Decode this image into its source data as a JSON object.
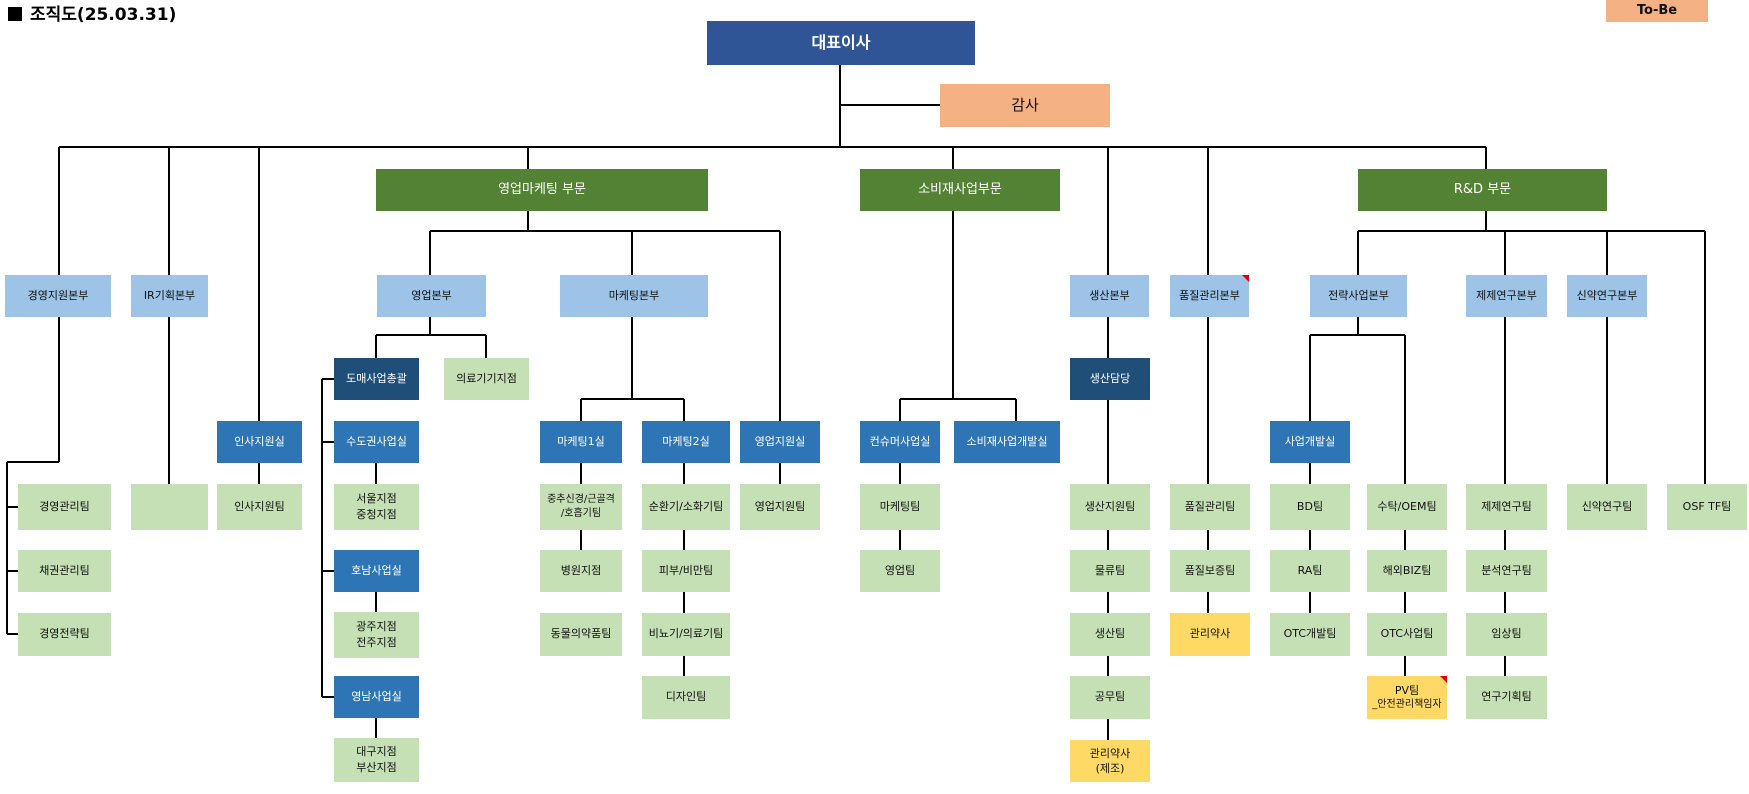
{
  "title": "조직도(25.03.31)",
  "tobe": "To-Be",
  "ceo": "대표이사",
  "audit": "감사",
  "divisions": {
    "sales_marketing": "영업마케팅 부문",
    "consumer": "소비재사업부문",
    "rnd": "R&D 부문"
  },
  "hq": {
    "management_support": "경영지원본부",
    "ir_planning": "IR기획본부",
    "sales": "영업본부",
    "marketing": "마케팅본부",
    "production": "생산본부",
    "quality": "품질관리본부",
    "strategy": "전략사업본부",
    "formulation": "제제연구본부",
    "new_drug": "신약연구본부"
  },
  "offices": {
    "hr": "인사지원실",
    "wholesale": "도매사업총괄",
    "metro": "수도권사업실",
    "honam": "호남사업실",
    "yeongnam": "영남사업실",
    "marketing1": "마케팅1실",
    "marketing2": "마케팅2실",
    "sales_support": "영업지원실",
    "consumer_biz": "컨슈머사업실",
    "consumer_dev": "소비재사업개발실",
    "production_head": "생산담당",
    "biz_dev": "사업개발실"
  },
  "teams": {
    "mgmt_admin": "경영관리팀",
    "bond_mgmt": "채권관리팀",
    "mgmt_strategy": "경영전략팀",
    "hr_support": "인사지원팀",
    "medical_device_branch": "의료기기지점",
    "seoul_branch": "서울지점",
    "central_branch": "중청지점",
    "gwangju_branch": "광주지점",
    "jeonju_branch": "전주지점",
    "daegu_branch": "대구지점",
    "busan_branch": "부산지점",
    "mkt1_team_a_line1": "중추신경/근골격",
    "mkt1_team_a_line2": "/호흡기팀",
    "hospital_branch": "병원지점",
    "animal_drug": "동물의약품팀",
    "circulatory": "순환기/소화기팀",
    "skin_obesity": "피부/비만팀",
    "urology_device": "비뇨기/의료기팀",
    "design": "디자인팀",
    "sales_support_team": "영업지원팀",
    "consumer_marketing": "마케팅팀",
    "consumer_sales": "영업팀",
    "production_support": "생산지원팀",
    "logistics": "물류팀",
    "production": "생산팀",
    "engineering": "공무팀",
    "pharmacist_prod_line1": "관리약사",
    "pharmacist_prod_line2": "(제조)",
    "quality_mgmt": "품질관리팀",
    "quality_assurance": "품질보증팀",
    "pharmacist_qa": "관리약사",
    "bd": "BD팀",
    "ra": "RA팀",
    "otc_dev": "OTC개발팀",
    "import_oem": "수탁/OEM팀",
    "overseas_biz": "해외BIZ팀",
    "otc_biz": "OTC사업팀",
    "pv_line1": "PV팀",
    "pv_line2": "_안전관리책임자",
    "formulation_research": "제제연구팀",
    "analysis_research": "분석연구팀",
    "clinical": "임상팀",
    "research_planning": "연구기획팀",
    "new_drug_research": "신약연구팀",
    "osf_tf": "OSF TF팀"
  },
  "colors": {
    "ceo": "#2f5597",
    "audit": "#f4b183",
    "division": "#548235",
    "headquarters": "#9dc3e6",
    "office": "#2e75b6",
    "office_dark": "#1f4e79",
    "team": "#c5e0b4",
    "pharmacist": "#ffd966",
    "connector": "#000000",
    "comment_marker": "#e00000"
  }
}
